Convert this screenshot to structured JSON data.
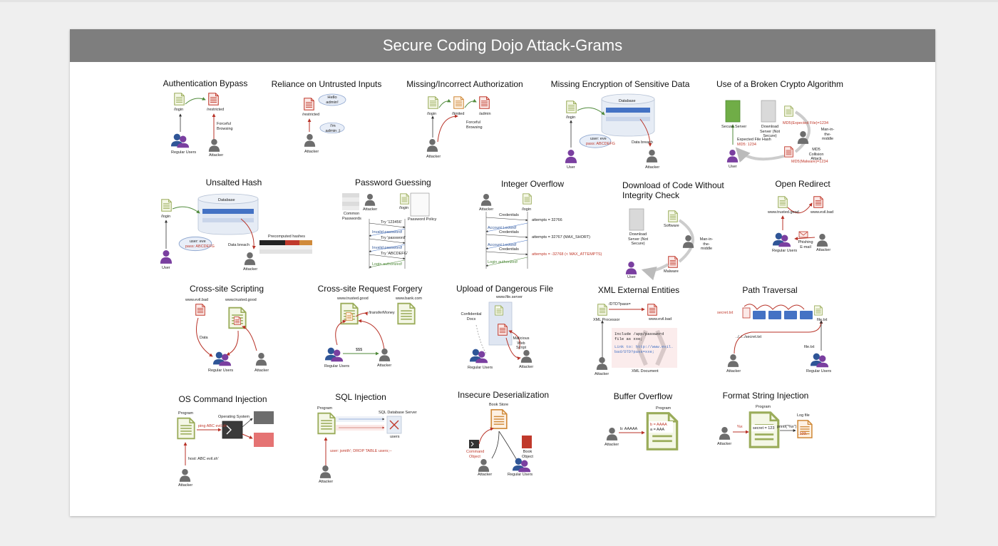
{
  "title": "Secure Coding Dojo Attack-Grams",
  "colors": {
    "banner": "#7e7e7e",
    "doc_green": "#9aac5a",
    "doc_red": "#c0392b",
    "doc_orange": "#d08a3a",
    "user_purple": "#7a3fa0",
    "user_blue": "#2f5597",
    "attacker_gray": "#6d6d6d",
    "arrow_green": "#4f8a3a",
    "arrow_red": "#b83227"
  },
  "diagrams": [
    {
      "title": "Authentication Bypass",
      "labels": [
        "/login",
        "/restricted",
        "Forceful Browsing",
        "Regular Users",
        "Attacker"
      ]
    },
    {
      "title": "Reliance on Untrusted Inputs",
      "labels": [
        "Hello admin!",
        "I'm admin ;)",
        "/restricted",
        "Attacker"
      ]
    },
    {
      "title": "Missing/Incorrect Authorization",
      "labels": [
        "/login",
        "/limited",
        "/admin",
        "Forceful Browsing",
        "Attacker"
      ]
    },
    {
      "title": "Missing Encryption of Sensitive Data",
      "labels": [
        "Database",
        "/login",
        "user: eve",
        "pass: ABCDEFG",
        "Data breach",
        "User",
        "Attacker"
      ]
    },
    {
      "title": "Use of a Broken Crypto Algorithm",
      "labels": [
        "Secure Server",
        "Download Server (Not Secure)",
        "MD5(Expected File)=1234",
        "Man-in-the-middle",
        "Expected File Hash",
        "MD5: 1234",
        "MD5 Collision Attack",
        "MD5(Malware)=1234",
        "User"
      ]
    },
    {
      "title": "Unsalted Hash",
      "labels": [
        "Database",
        "/login",
        "user: eve",
        "pass: ABCDEFG",
        "Data breach",
        "Precomputed hashes",
        "User",
        "Attacker"
      ]
    },
    {
      "title": "Password Guessing",
      "labels": [
        "Common Passwords",
        "Attacker",
        "/login",
        "Password Policy",
        "Try '123456'",
        "Invalid password!",
        "Try 'password'",
        "Invalid password!",
        "Try 'ABCDEFG'",
        "Login authorized!"
      ]
    },
    {
      "title": "Integer Overflow",
      "labels": [
        "Attacker",
        "/login",
        "Credentials",
        "attempts = 32766",
        "Account Locked!",
        "Credentials",
        "attempts = 32767 (MAX_SHORT)",
        "Account Locked!",
        "Credentials",
        "attempts = -32768 (< MAX_ATTEMPTS)",
        "Login authorized!"
      ]
    },
    {
      "title": "Download of Code Without Integrity Check",
      "labels": [
        "Download Server (Not Secure)",
        "Software",
        "Man-in-the-middle",
        "Malware",
        "User"
      ]
    },
    {
      "title": "Open Redirect",
      "labels": [
        "www.trusted.good",
        "www.evil.bad",
        "Phishing E-mail",
        "Regular Users",
        "Attacker"
      ]
    },
    {
      "title": "Cross-site Scripting",
      "labels": [
        "www.evil.bad",
        "www.trusted.good",
        "Data",
        "Regular Users",
        "Attacker"
      ]
    },
    {
      "title": "Cross-site Request Forgery",
      "labels": [
        "www.trusted.good",
        "www.bank.com",
        "/transferMoney",
        "$$$",
        "Regular Users",
        "Attacker"
      ]
    },
    {
      "title": "Upload of Dangerous File",
      "labels": [
        "www.file.server",
        "Confidential Docs",
        "Malicious Web Script",
        "Regular Users",
        "Attacker"
      ]
    },
    {
      "title": "XML External Entities",
      "labels": [
        "/DTD?pass=",
        "www.evil.bad",
        "XML Processor",
        "Include /app/password file as xxe;",
        "Link to: http://www.evil.bad/DTD?pass=xxe;",
        "XML Document",
        "Attacker"
      ]
    },
    {
      "title": "Path Traversal",
      "labels": [
        "secret.txt",
        "file.txt",
        "../../../secret.txt",
        "file.txt",
        "Attacker",
        "Regular Users"
      ]
    },
    {
      "title": "OS Command Injection",
      "labels": [
        "Program",
        "Operating System",
        "ping ABC evil.sh",
        "host: ABC evil.sh'",
        "Attacker"
      ]
    },
    {
      "title": "SQL Injection",
      "labels": [
        "Program",
        "SQL Database Server",
        "users",
        "user: jsmith'; DROP TABLE users;--",
        "Attacker"
      ]
    },
    {
      "title": "Insecure Deserialization",
      "labels": [
        "Book Store",
        "Command Object",
        "Book Object",
        "Attacker",
        "Regular Users"
      ]
    },
    {
      "title": "Buffer Overflow",
      "labels": [
        "Program",
        "b: AAAAA",
        "b = AAAA",
        "a = AAA",
        "Attacker"
      ]
    },
    {
      "title": "Format String Injection",
      "labels": [
        "Program",
        "%x",
        "secret = 123",
        "printf(\"%x\")",
        "Log file",
        ".123.",
        "Attacker"
      ]
    }
  ]
}
